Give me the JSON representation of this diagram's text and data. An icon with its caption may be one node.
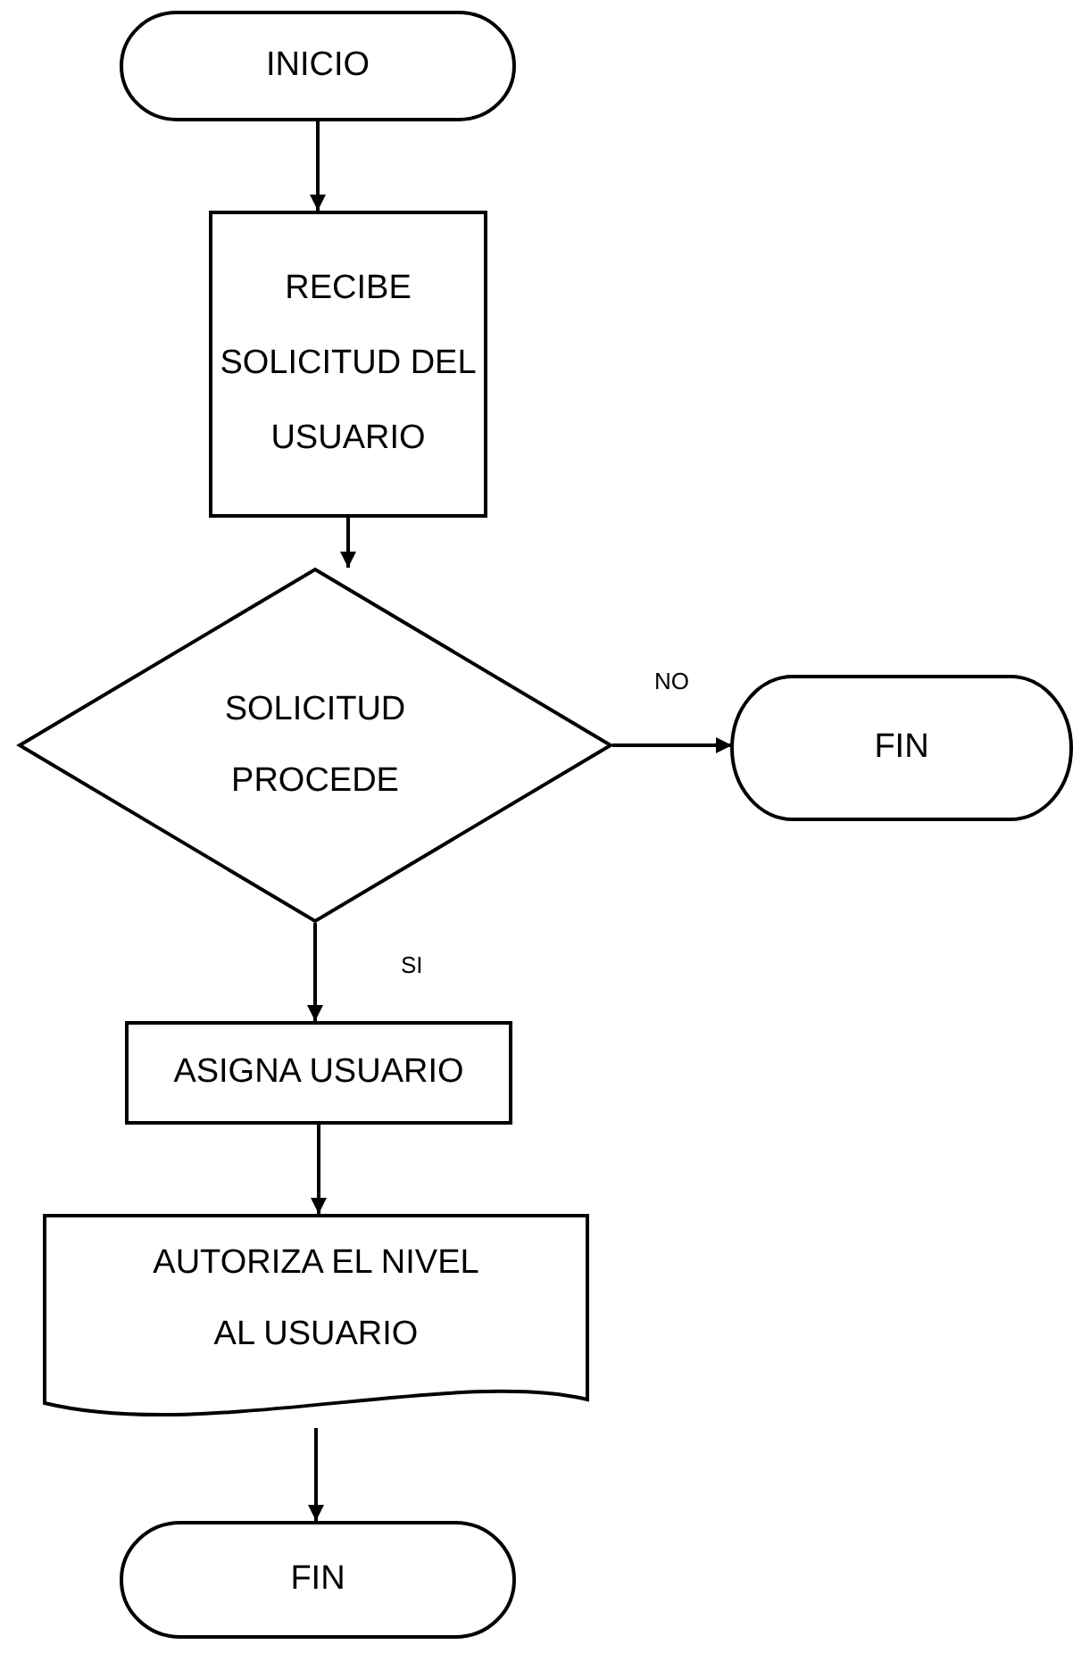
{
  "diagram": {
    "nodes": [
      {
        "text": [
          "INICIO"
        ]
      },
      {
        "text": [
          "RECIBE SOLICITUD DEL USUARIO"
        ]
      },
      {
        "text": [
          "SOLICITUD PROCEDE"
        ]
      },
      {
        "text": [
          "FIN"
        ]
      },
      {
        "text": [
          "ASIGNA USUARIO"
        ]
      },
      {
        "text": [
          "AUTORIZA EL NIVEL AL USUARIO"
        ]
      },
      {
        "text": [
          "FIN"
        ]
      }
    ],
    "edges": [
      {
        "from": 0,
        "to": 1,
        "arrow": "to"
      },
      {
        "from": 1,
        "to": 2,
        "arrow": "to"
      },
      {
        "from": 2,
        "to": 3,
        "arrow": "to",
        "label": "NO"
      },
      {
        "from": 2,
        "to": 4,
        "arrow": "to",
        "label": "SI"
      },
      {
        "from": 4,
        "to": 5,
        "arrow": "to"
      },
      {
        "from": 5,
        "to": 6,
        "arrow": "to"
      }
    ]
  }
}
